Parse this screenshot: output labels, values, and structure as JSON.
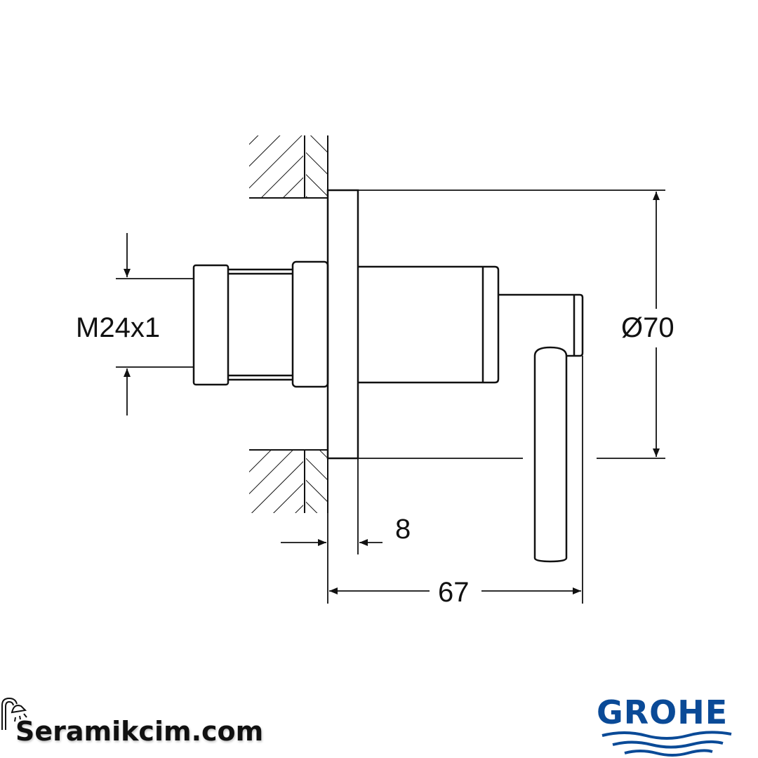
{
  "drawing": {
    "thread_label": "M24x1",
    "diameter_label": "Ø70",
    "depth_label": "8",
    "length_label": "67",
    "line_color": "#111111"
  },
  "footer": {
    "site_logo_text": "Seramikcim.com",
    "brand_logo_text": "GROHE",
    "brand_color": "#0a4a97"
  }
}
